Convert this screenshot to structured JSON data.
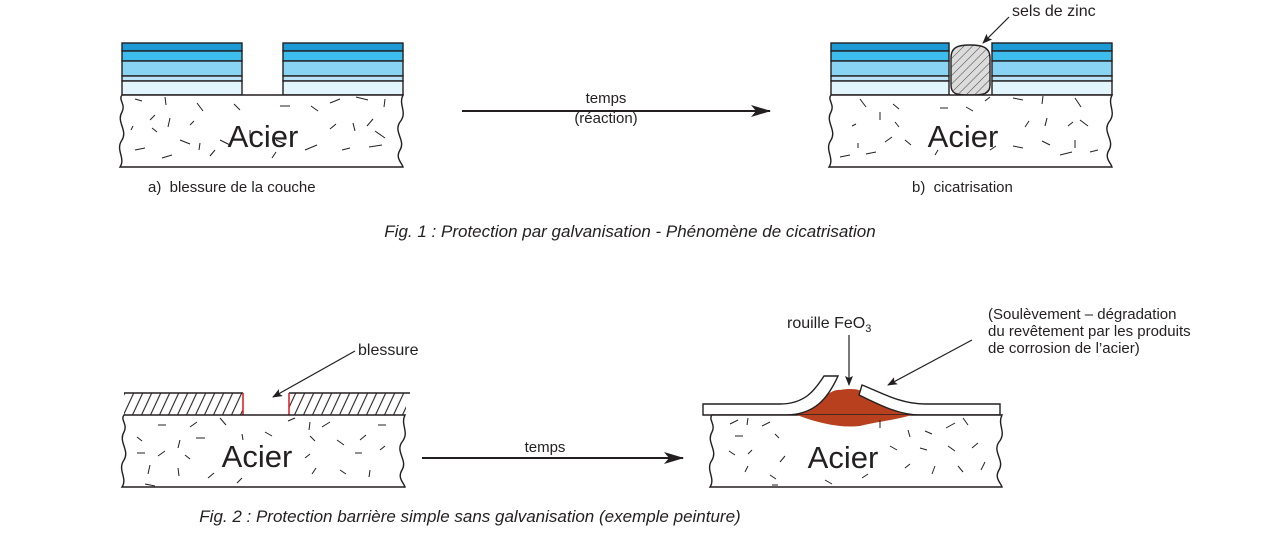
{
  "fig1": {
    "caption": "Fig. 1 : Protection par galvanisation - Phénomène de cicatrisation",
    "panel_a": {
      "substrate_label": "Acier",
      "caption": "a)  blessure de la couche"
    },
    "panel_b": {
      "substrate_label": "Acier",
      "caption": "b)  cicatrisation",
      "callout": "sels de zinc"
    },
    "arrow": {
      "label_line1": "temps",
      "label_line2": "(réaction)"
    },
    "colors": {
      "layer1": "#1b9ad6",
      "layer2": "#3cbdee",
      "layer3": "#8ad4f3",
      "layer4": "#b9e4f7",
      "layer5": "#e2f4fc",
      "zinc_salt_fill": "#dcdcdc"
    }
  },
  "fig2": {
    "caption": "Fig. 2 : Protection barrière simple sans galvanisation (exemple peinture)",
    "panel_a": {
      "substrate_label": "Acier",
      "callout": "blessure"
    },
    "panel_b": {
      "substrate_label": "Acier",
      "callout_rust": "rouille FeO",
      "callout_rust_subscript": "3",
      "callout_lift_line1": "(Soulèvement – dégradation",
      "callout_lift_line2": "du revêtement par les produits",
      "callout_lift_line3": "de corrosion de l’acier)"
    },
    "arrow": {
      "label": "temps"
    },
    "colors": {
      "wound_edge": "#e0242b",
      "rust": "#b8401f"
    }
  }
}
